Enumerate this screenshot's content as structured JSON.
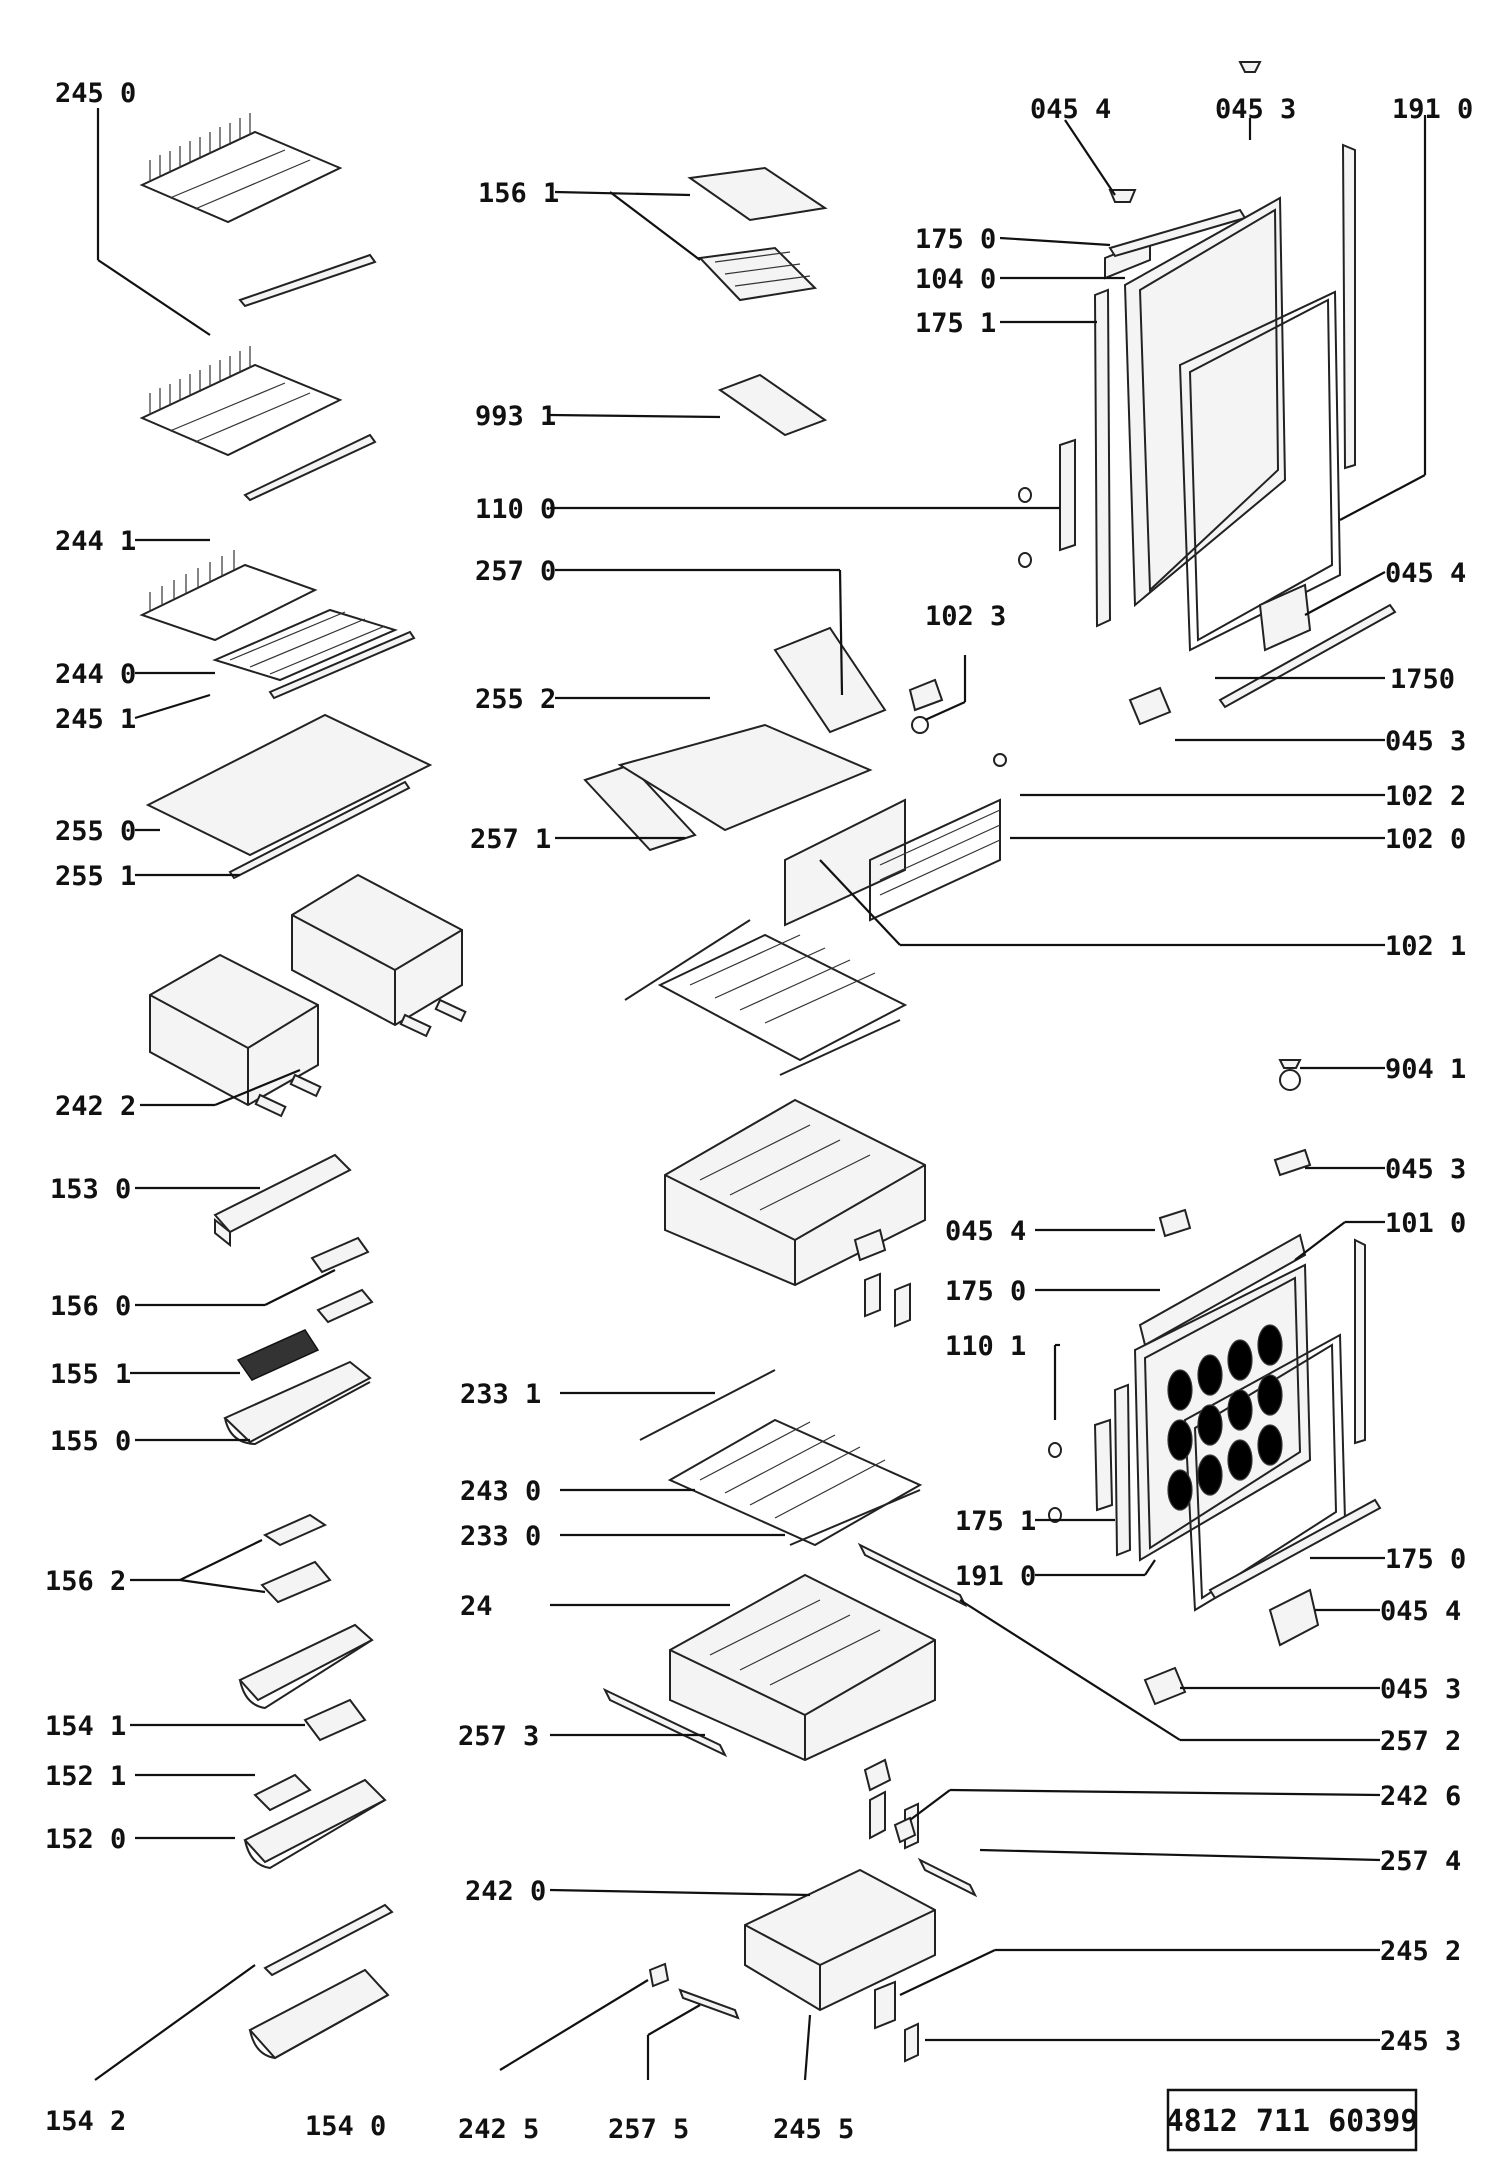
{
  "parts": [
    {
      "id": "p2450a",
      "label": "245 0"
    },
    {
      "id": "p1561",
      "label": "156 1"
    },
    {
      "id": "p0454a",
      "label": "045 4"
    },
    {
      "id": "p0453a",
      "label": "045 3"
    },
    {
      "id": "p1910a",
      "label": "191 0"
    },
    {
      "id": "p1750a",
      "label": "175 0"
    },
    {
      "id": "p1040",
      "label": "104 0"
    },
    {
      "id": "p1751a",
      "label": "175 1"
    },
    {
      "id": "p9931",
      "label": "993 1"
    },
    {
      "id": "p1100",
      "label": "110 0"
    },
    {
      "id": "p2441",
      "label": "244 1"
    },
    {
      "id": "p2570",
      "label": "257 0"
    },
    {
      "id": "p0454b",
      "label": "045 4"
    },
    {
      "id": "p1023",
      "label": "102 3"
    },
    {
      "id": "p2440",
      "label": "244 0"
    },
    {
      "id": "p1750b",
      "label": "1750"
    },
    {
      "id": "p2451",
      "label": "245 1"
    },
    {
      "id": "p2552",
      "label": "255 2"
    },
    {
      "id": "p0453b",
      "label": "045 3"
    },
    {
      "id": "p1022",
      "label": "102 2"
    },
    {
      "id": "p2550",
      "label": "255 0"
    },
    {
      "id": "p2571",
      "label": "257 1"
    },
    {
      "id": "p1020",
      "label": "102 0"
    },
    {
      "id": "p2551",
      "label": "255 1"
    },
    {
      "id": "p1021",
      "label": "102 1"
    },
    {
      "id": "p9041",
      "label": "904 1"
    },
    {
      "id": "p2422",
      "label": "242 2"
    },
    {
      "id": "p0453c",
      "label": "045 3"
    },
    {
      "id": "p1530",
      "label": "153 0"
    },
    {
      "id": "p0454c",
      "label": "045 4"
    },
    {
      "id": "p1010",
      "label": "101 0"
    },
    {
      "id": "p1750c",
      "label": "175 0"
    },
    {
      "id": "p1560",
      "label": "156 0"
    },
    {
      "id": "p1101",
      "label": "110 1"
    },
    {
      "id": "p1551",
      "label": "155 1"
    },
    {
      "id": "p2331",
      "label": "233 1"
    },
    {
      "id": "p1550",
      "label": "155 0"
    },
    {
      "id": "p2430",
      "label": "243 0"
    },
    {
      "id": "p2330",
      "label": "233 0"
    },
    {
      "id": "p1751b",
      "label": "175 1"
    },
    {
      "id": "p1750d",
      "label": "175 0"
    },
    {
      "id": "p1562",
      "label": "156 2"
    },
    {
      "id": "p1910b",
      "label": "191 0"
    },
    {
      "id": "p24",
      "label": "24"
    },
    {
      "id": "p0454d",
      "label": "045 4"
    },
    {
      "id": "p0453d",
      "label": "045 3"
    },
    {
      "id": "p1541",
      "label": "154 1"
    },
    {
      "id": "p2573",
      "label": "257 3"
    },
    {
      "id": "p2572",
      "label": "257 2"
    },
    {
      "id": "p1521",
      "label": "152 1"
    },
    {
      "id": "p2426",
      "label": "242 6"
    },
    {
      "id": "p1520",
      "label": "152 0"
    },
    {
      "id": "p2574",
      "label": "257 4"
    },
    {
      "id": "p2420",
      "label": "242 0"
    },
    {
      "id": "p2452",
      "label": "245 2"
    },
    {
      "id": "p2453",
      "label": "245 3"
    },
    {
      "id": "p1542",
      "label": "154 2"
    },
    {
      "id": "p1540",
      "label": "154 0"
    },
    {
      "id": "p2425",
      "label": "242 5"
    },
    {
      "id": "p2575",
      "label": "257 5"
    },
    {
      "id": "p2455",
      "label": "245 5"
    }
  ],
  "catalog_number": "4812 711 60399"
}
